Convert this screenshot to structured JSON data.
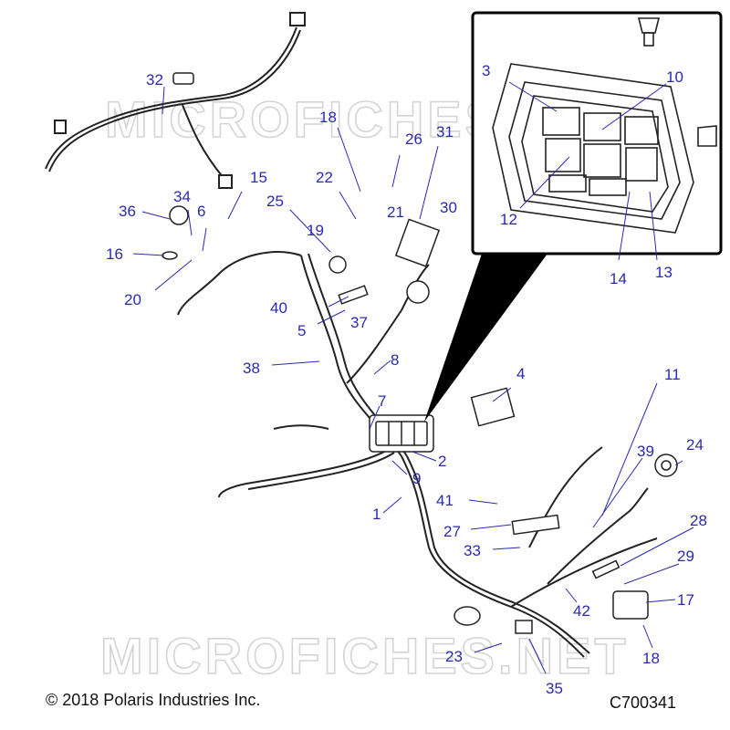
{
  "watermark": "MICROFICHES.NET",
  "footer": {
    "copyright": "© 2018 Polaris Industries Inc.",
    "code": "C700341"
  },
  "callouts": [
    "1",
    "2",
    "3",
    "4",
    "5",
    "6",
    "7",
    "8",
    "9",
    "10",
    "11",
    "12",
    "13",
    "14",
    "15",
    "16",
    "17",
    "18",
    "18",
    "19",
    "20",
    "21",
    "22",
    "23",
    "24",
    "25",
    "26",
    "27",
    "28",
    "29",
    "30",
    "31",
    "32",
    "33",
    "34",
    "35",
    "36",
    "37",
    "38",
    "39",
    "40",
    "41",
    "42"
  ]
}
